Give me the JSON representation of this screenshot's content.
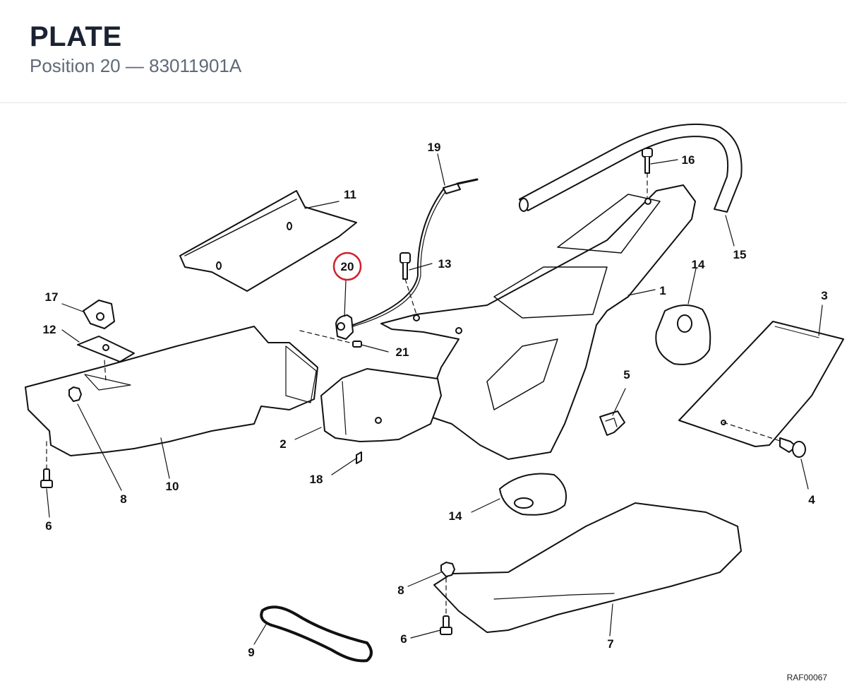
{
  "header": {
    "title": "PLATE",
    "position_label": "Position 20",
    "separator": "—",
    "part_number": "83011901A"
  },
  "diagram": {
    "highlighted_label": "20",
    "highlight_color": "#d0202a",
    "labels": [
      "1",
      "2",
      "3",
      "4",
      "5",
      "6",
      "6",
      "7",
      "8",
      "8",
      "9",
      "10",
      "11",
      "12",
      "13",
      "14",
      "14",
      "15",
      "16",
      "17",
      "18",
      "19",
      "21"
    ],
    "reference_code": "RAF00067"
  }
}
